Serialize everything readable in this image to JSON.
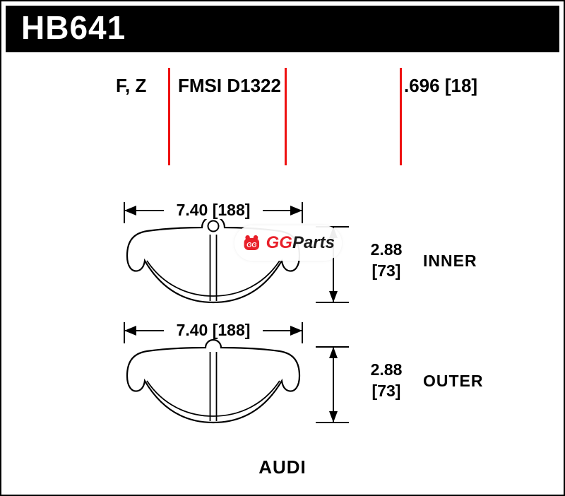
{
  "header": {
    "part_number": "HB641"
  },
  "specs": {
    "compounds": "F, Z",
    "fmsi": "FMSI D1322",
    "pad_thickness": ".696 [18]"
  },
  "figures": [
    {
      "width": "7.40 [188]",
      "height_in": "2.88",
      "height_mm": "[73]",
      "label": "INNER"
    },
    {
      "width": "7.40 [188]",
      "height_in": "2.88",
      "height_mm": "[73]",
      "label": "OUTER"
    }
  ],
  "vehicle": "AUDI",
  "watermark": {
    "icon_text": "GG",
    "brand_gg": "GG",
    "brand_parts": "Parts"
  },
  "colors": {
    "banner_black": "#000000",
    "divider_red": "#ee1111",
    "logo_red": "#e8202a",
    "drawing_line": "#000000"
  }
}
